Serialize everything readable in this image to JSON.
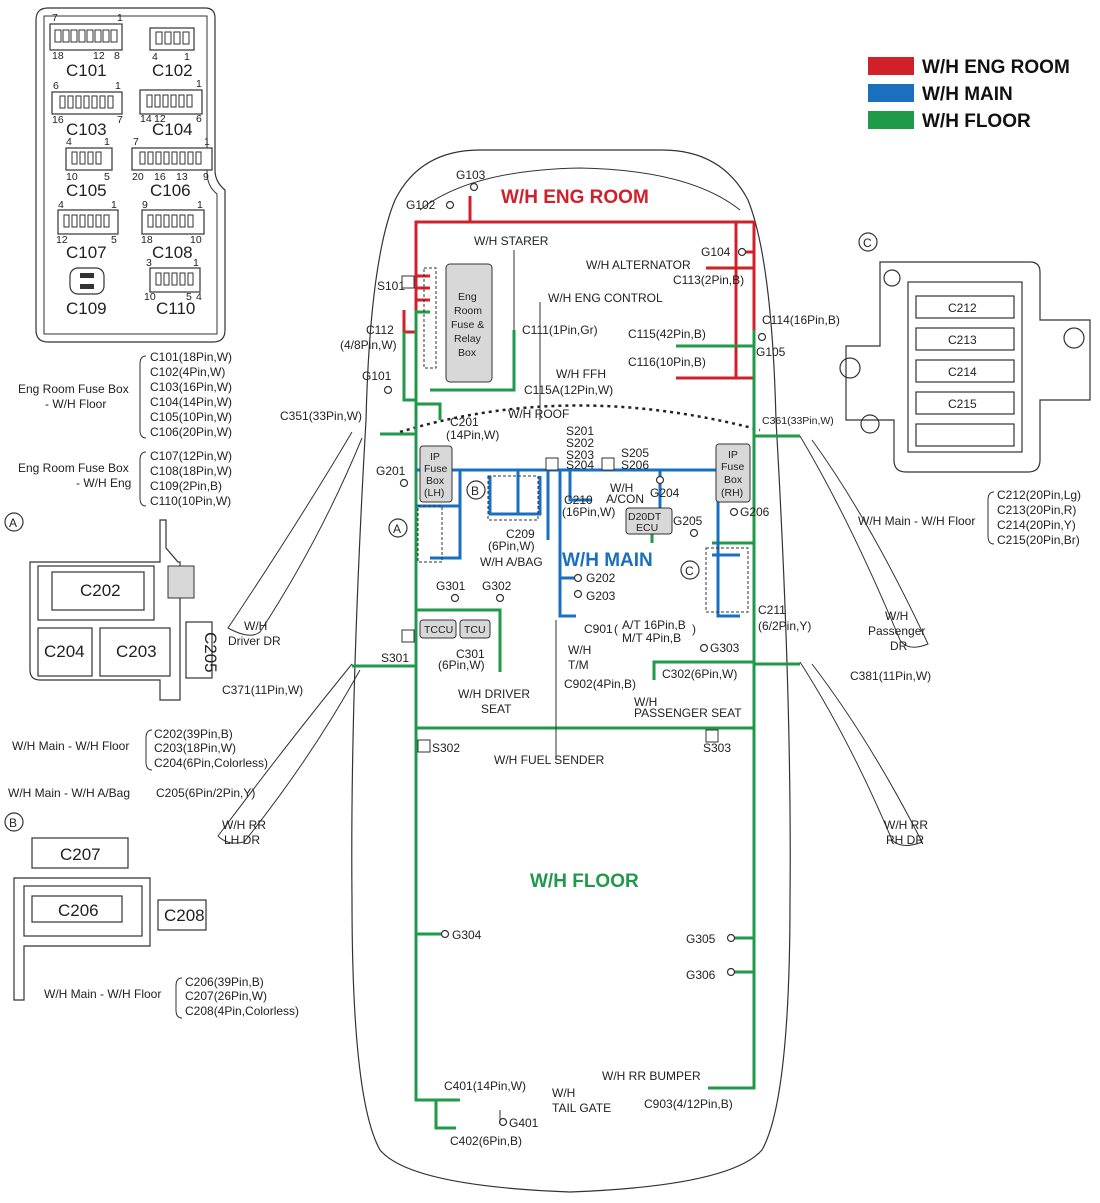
{
  "legend": {
    "items": [
      {
        "label": "W/H ENG ROOM",
        "color": "#d0202a"
      },
      {
        "label": "W/H MAIN",
        "color": "#1a6fbf"
      },
      {
        "label": "W/H FLOOR",
        "color": "#1f9a49"
      }
    ]
  },
  "titles": {
    "eng_room": "W/H ENG ROOM",
    "main": "W/H MAIN",
    "floor": "W/H FLOOR"
  },
  "fuse_box_panel": {
    "connectors": [
      "C101",
      "C102",
      "C103",
      "C104",
      "C105",
      "C106",
      "C107",
      "C108",
      "C109",
      "C110"
    ],
    "pins": {
      "c101": [
        "7",
        "1",
        "18",
        "12",
        "8"
      ],
      "c102": [
        "4",
        "1"
      ],
      "c103": [
        "6",
        "1",
        "16",
        "7"
      ],
      "c104": [
        "1",
        "14",
        "12",
        "6"
      ],
      "c105": [
        "4",
        "1",
        "10",
        "5"
      ],
      "c106": [
        "7",
        "1",
        "20",
        "16",
        "13",
        "9"
      ],
      "c107": [
        "4",
        "1",
        "12",
        "5"
      ],
      "c108": [
        "9",
        "1",
        "18",
        "10"
      ],
      "c110": [
        "3",
        "1",
        "10",
        "5",
        "4"
      ]
    }
  },
  "left_notes": {
    "floor_label": "Eng Room Fuse Box\n- W/H Floor",
    "floor_lines": [
      "C101(18Pin,W)",
      "C102(4Pin,W)",
      "C103(16Pin,W)",
      "C104(14Pin,W)",
      "C105(10Pin,W)",
      "C106(20Pin,W)"
    ],
    "eng_label": "Eng Room Fuse Box\n- W/H Eng",
    "eng_lines": [
      "C107(12Pin,W)",
      "C108(18Pin,W)",
      "C109(2Pin,B)",
      "C110(10Pin,W)"
    ],
    "a_marker": "A",
    "a_connectors": [
      "C202",
      "C204",
      "C203",
      "C205"
    ],
    "main_floor_label": "W/H Main - W/H Floor",
    "main_floor_lines": [
      "C202(39Pin,B)",
      "C203(18Pin,W)",
      "C204(6Pin,Colorless)"
    ],
    "abag_label": "W/H Main - W/H A/Bag",
    "abag_line": "C205(6Pin/2Pin,Y)",
    "b_marker": "B",
    "b_connectors": [
      "C207",
      "C206",
      "C208"
    ],
    "b_label": "W/H Main - W/H Floor",
    "b_lines": [
      "C206(39Pin,B)",
      "C207(26Pin,W)",
      "C208(4Pin,Colorless)"
    ]
  },
  "right_panel": {
    "c_marker": "C",
    "connectors": [
      "C212",
      "C213",
      "C214",
      "C215"
    ],
    "label": "W/H Main - W/H Floor",
    "lines": [
      "C212(20Pin,Lg)",
      "C213(20Pin,R)",
      "C214(20Pin,Y)",
      "C215(20Pin,Br)"
    ]
  },
  "diagram": {
    "g103": "G103",
    "g102": "G102",
    "g104": "G104",
    "g105": "G105",
    "g101": "G101",
    "starer": "W/H STARER",
    "alternator": "W/H ALTERNATOR",
    "c113": "C113(2Pin,B)",
    "eng_control": "W/H ENG CONTROL",
    "c114": "C114(16Pin,B)",
    "s101": "S101",
    "fuse_relay_box": [
      "Eng",
      "Room",
      "Fuse &",
      "Relay",
      "Box"
    ],
    "c112": "C112",
    "c112b": "(4/8Pin,W)",
    "c111": "C111(1Pin,Gr)",
    "c115": "C115(42Pin,B)",
    "c116": "C116(10Pin,B)",
    "ffh": "W/H FFH",
    "c115a": "C115A(12Pin,W)",
    "c351": "C351(33Pin,W)",
    "roof": "W/H ROOF",
    "c201": "C201",
    "c201b": "(14Pin,W)",
    "c361": "C361(33Pin,W)",
    "s_labels": [
      "S201",
      "S202",
      "S203",
      "S204",
      "S205",
      "S206"
    ],
    "g201": "G201",
    "ip_lh": [
      "IP",
      "Fuse",
      "Box",
      "(LH)"
    ],
    "ip_rh": [
      "IP",
      "Fuse",
      "Box",
      "(RH)"
    ],
    "b_marker": "B",
    "c210": "C210",
    "c210b": "(16Pin,W)",
    "acon": "W/H",
    "acon2": "A/CON",
    "g204": "G204",
    "g206": "G206",
    "a_marker": "A",
    "ecu": [
      "D20DT",
      "ECU"
    ],
    "g205": "G205",
    "c209": "C209",
    "c209b": "(6Pin,W)",
    "abag": "W/H A/BAG",
    "main_title": "W/H MAIN",
    "c_marker": "C",
    "g202": "G202",
    "g203": "G203",
    "g301": "G301",
    "g302": "G302",
    "c211": "C211",
    "c211b": "(6/2Pin,Y)",
    "tccu": "TCCU",
    "tcu": "TCU",
    "c901": "C901",
    "c901a": "A/T 16Pin,B",
    "c901b": "M/T 4Pin,B",
    "tm": "W/H",
    "tm2": "T/M",
    "g303": "G303",
    "s301": "S301",
    "c301": "C301",
    "c301b": "(6Pin,W)",
    "c302": "C302(6Pin,W)",
    "c371": "C371(11Pin,W)",
    "c381": "C381(11Pin,W)",
    "c902": "C902(4Pin,B)",
    "driver_seat": "W/H DRIVER",
    "driver_seat2": "SEAT",
    "passenger_seat": "W/H",
    "passenger_seat2": "PASSENGER SEAT",
    "s302": "S302",
    "s303": "S303",
    "fuel_sender": "W/H FUEL SENDER",
    "driver_dr": "W/H",
    "driver_dr2": "Driver DR",
    "passenger_dr": "W/H",
    "passenger_dr2": "Passenger",
    "passenger_dr3": "DR",
    "rr_lh": "W/H RR",
    "rr_lh2": "LH DR",
    "rr_rh": "W/H RR",
    "rr_rh2": "RH DR",
    "floor_title": "W/H FLOOR",
    "g304": "G304",
    "g305": "G305",
    "g306": "G306",
    "rr_bumper": "W/H RR BUMPER",
    "c401": "C401(14Pin,W)",
    "tail_gate": "W/H",
    "tail_gate2": "TAIL GATE",
    "g401": "G401",
    "c903": "C903(4/12Pin,B)",
    "c402": "C402(6Pin,B)"
  }
}
